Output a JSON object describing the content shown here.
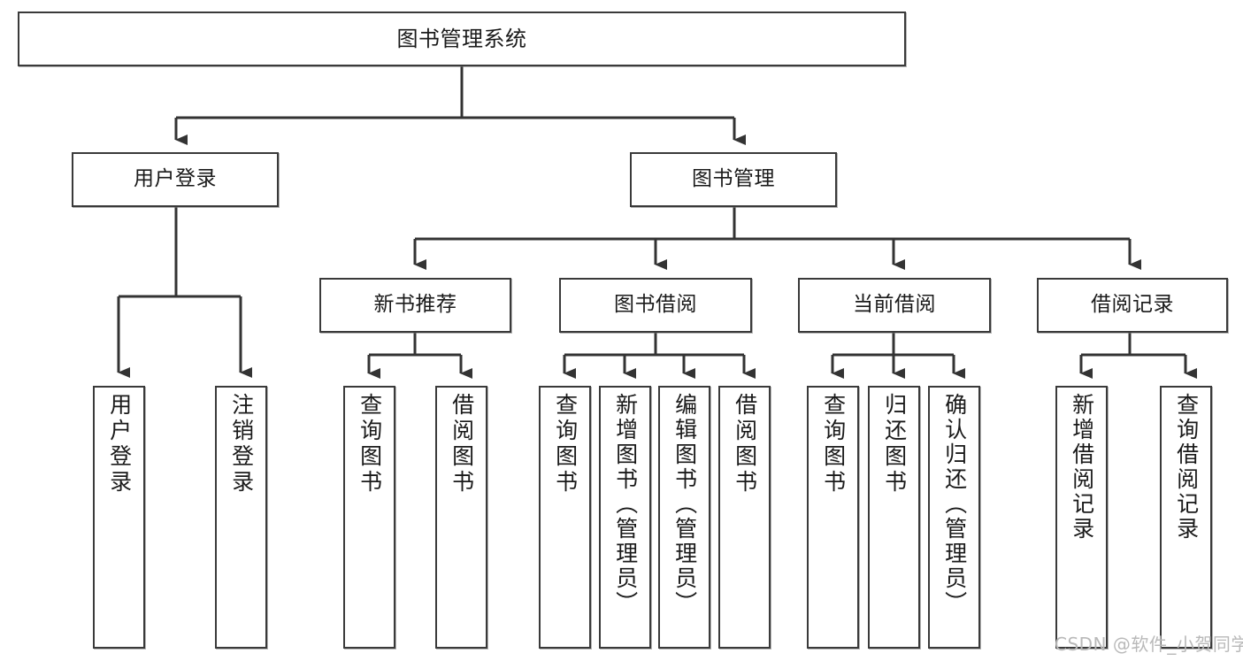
{
  "diagram": {
    "title": "图书管理系统",
    "type": "functional-structure-tree",
    "orientation": "top-down",
    "colors": {
      "node_border": "#3a3a3a",
      "node_fill": "#ffffff",
      "edge": "#333333",
      "text": "#1a1a1a",
      "watermark": "#b9b9b9"
    },
    "nodes": {
      "root": {
        "label": "图书管理系统"
      },
      "level2": [
        {
          "label": "用户登录"
        },
        {
          "label": "图书管理"
        }
      ],
      "level3": [
        {
          "label": "新书推荐"
        },
        {
          "label": "图书借阅"
        },
        {
          "label": "当前借阅"
        },
        {
          "label": "借阅记录"
        }
      ],
      "leaves": {
        "user_login": [
          {
            "label": "用户登录"
          },
          {
            "label": "注销登录"
          }
        ],
        "new_book_recommend": [
          {
            "label": "查询图书"
          },
          {
            "label": "借阅图书"
          }
        ],
        "book_borrow": [
          {
            "label": "查询图书"
          },
          {
            "label": "新增图书（管理员）"
          },
          {
            "label": "编辑图书（管理员）"
          },
          {
            "label": "借阅图书"
          }
        ],
        "current_borrow": [
          {
            "label": "查询图书"
          },
          {
            "label": "归还图书"
          },
          {
            "label": "确认归还（管理员）"
          }
        ],
        "borrow_record": [
          {
            "label": "新增借阅记录"
          },
          {
            "label": "查询借阅记录"
          }
        ]
      }
    },
    "watermark": "CSDN @软件_小贺同学"
  }
}
